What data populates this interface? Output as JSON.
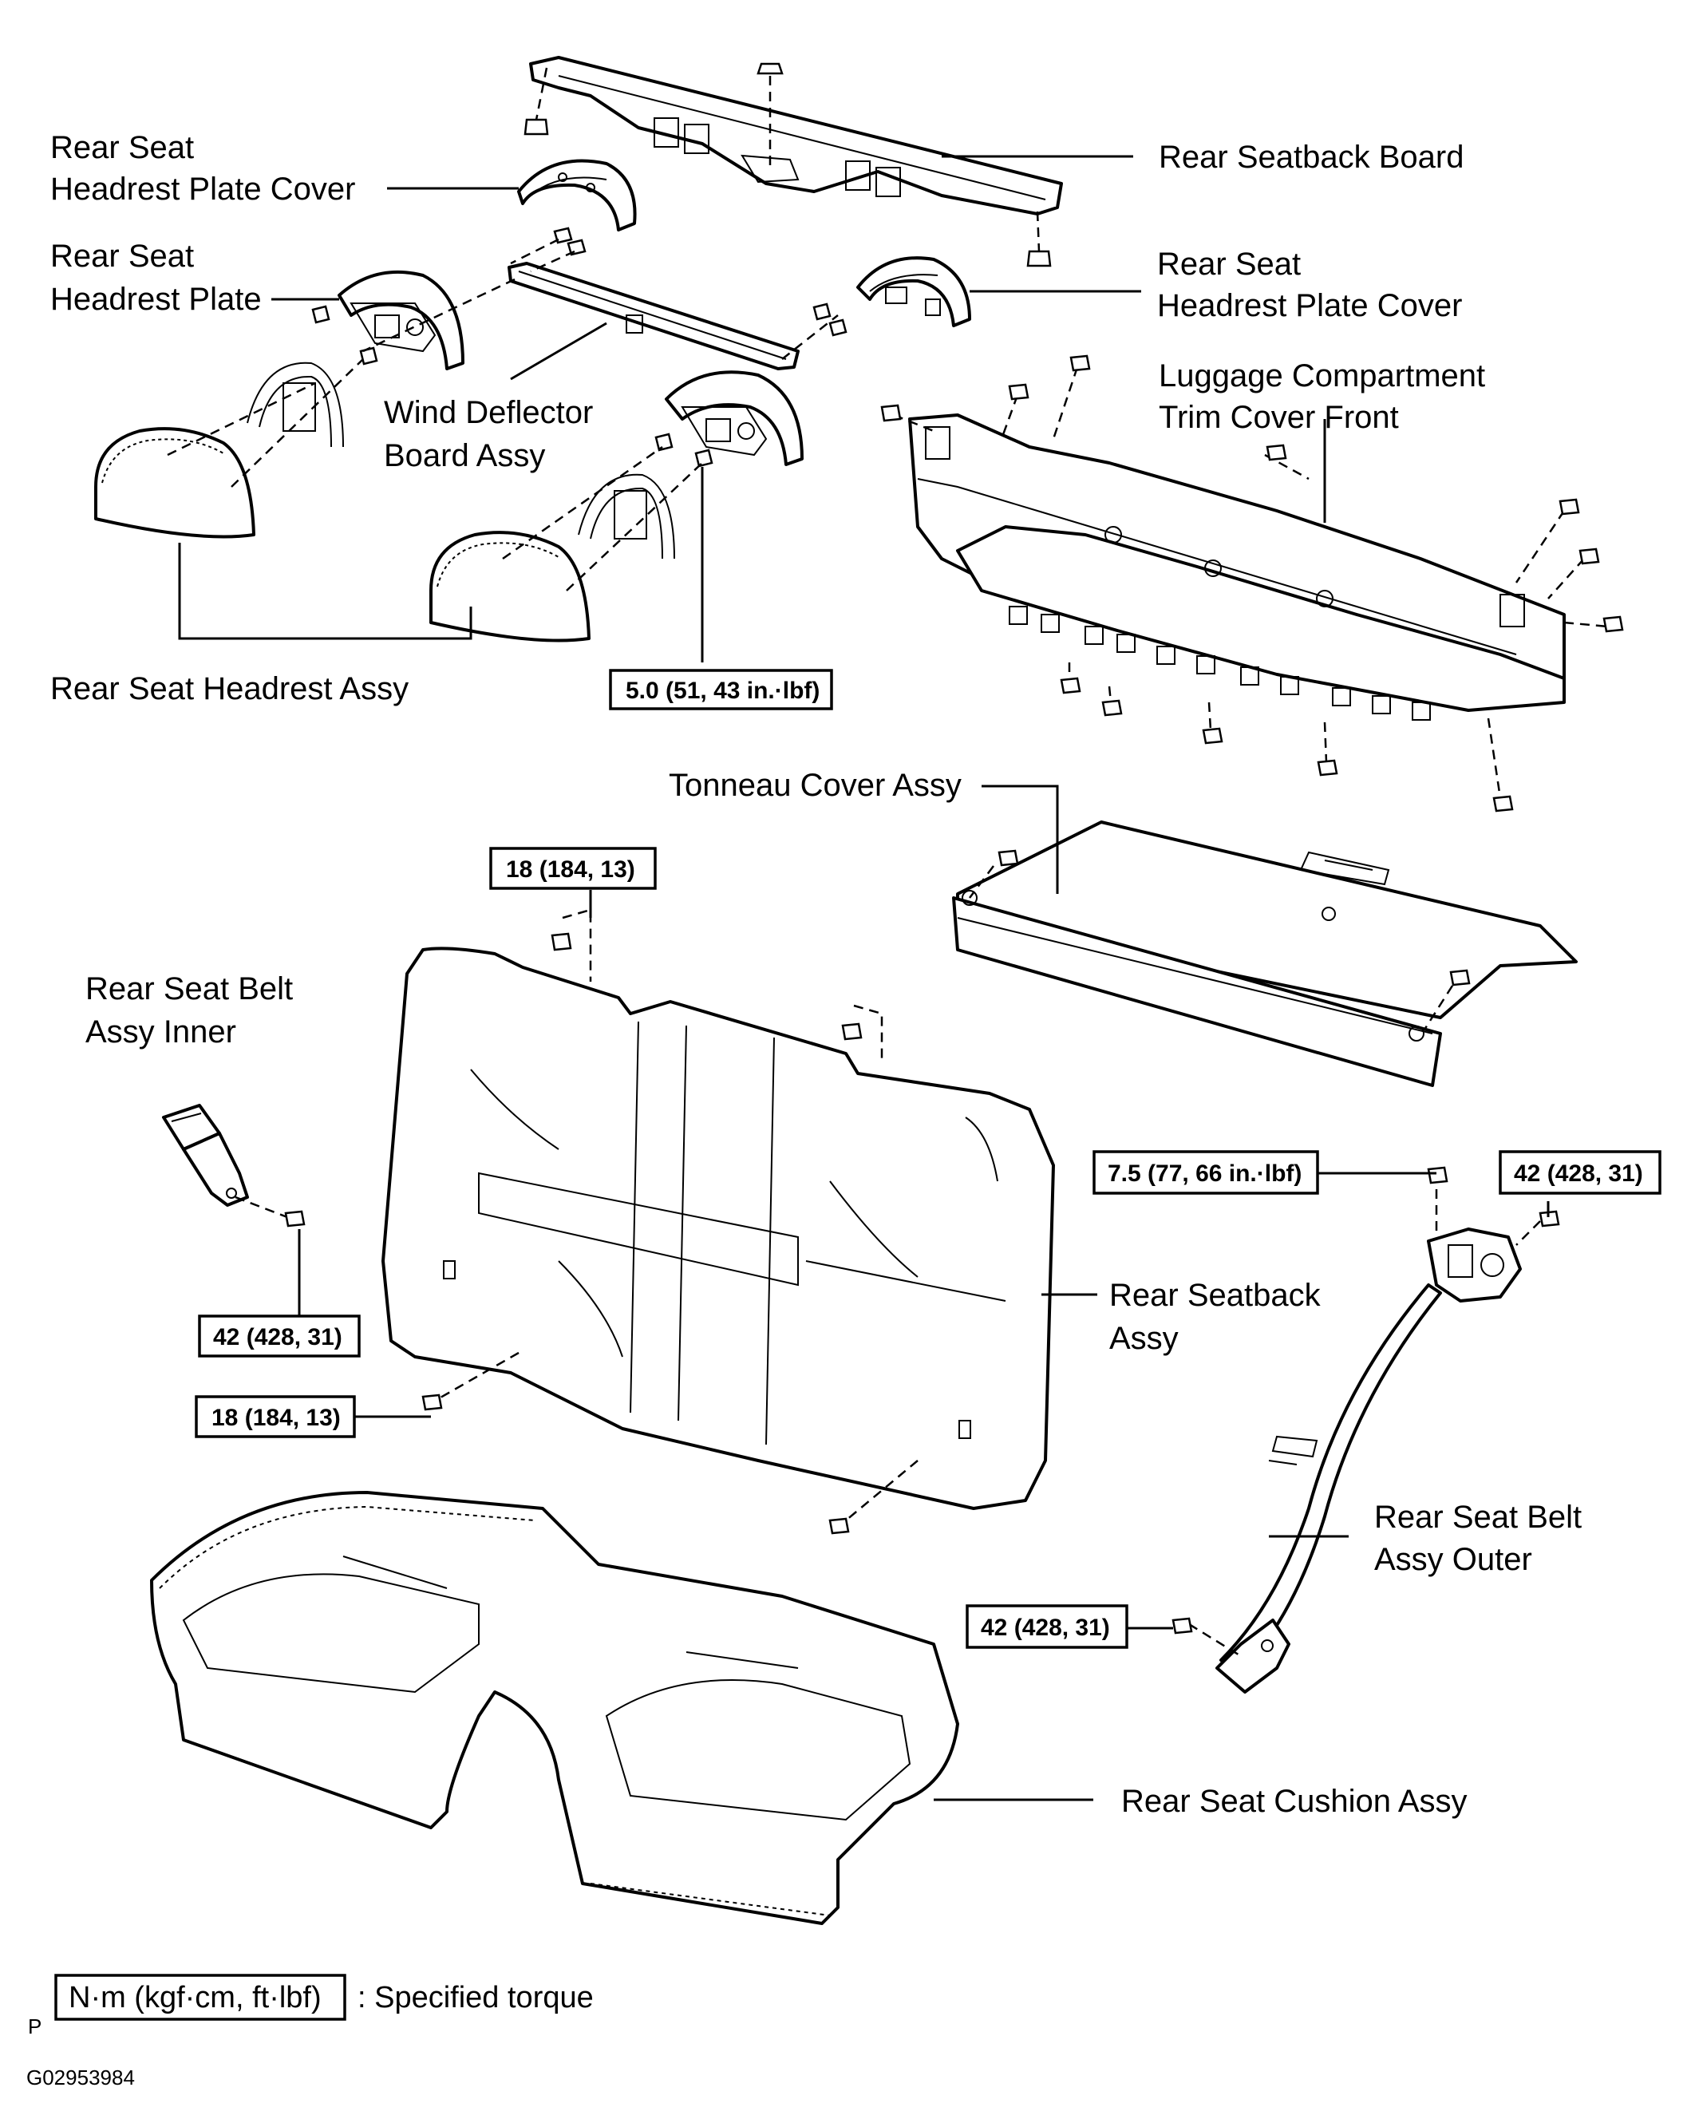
{
  "labels": {
    "rear_seatback_board": "Rear Seatback Board",
    "headrest_plate_cover_left_l1": "Rear Seat",
    "headrest_plate_cover_left_l2": "Headrest Plate Cover",
    "headrest_plate_left_l1": "Rear Seat",
    "headrest_plate_left_l2": "Headrest Plate",
    "headrest_plate_cover_right_l1": "Rear Seat",
    "headrest_plate_cover_right_l2": "Headrest Plate Cover",
    "luggage_trim_l1": "Luggage Compartment",
    "luggage_trim_l2": "Trim Cover Front",
    "wind_deflector_l1": "Wind Deflector",
    "wind_deflector_l2": "Board Assy",
    "headrest_assy": "Rear Seat Headrest Assy",
    "tonneau_cover": "Tonneau Cover Assy",
    "belt_inner_l1": "Rear Seat Belt",
    "belt_inner_l2": "Assy Inner",
    "seatback_assy_l1": "Rear Seatback",
    "seatback_assy_l2": "Assy",
    "belt_outer_l1": "Rear Seat Belt",
    "belt_outer_l2": "Assy Outer",
    "cushion_assy": "Rear Seat Cushion Assy"
  },
  "torques": {
    "headrest_plate": "5.0 (51, 43 in.·lbf)",
    "seatback_top": "18 (184, 13)",
    "belt_inner": "42 (428, 31)",
    "seatback_lower": "18 (184, 13)",
    "retractor_top": "7.5 (77, 66 in.·lbf)",
    "retractor_side": "42 (428, 31)",
    "belt_outer_anchor": "42 (428, 31)"
  },
  "legend": {
    "unit_box": "N·m (kgf·cm, ft·lbf)",
    "description": ": Specified torque"
  },
  "footer": {
    "marker": "P",
    "figure_id": "G02953984"
  }
}
